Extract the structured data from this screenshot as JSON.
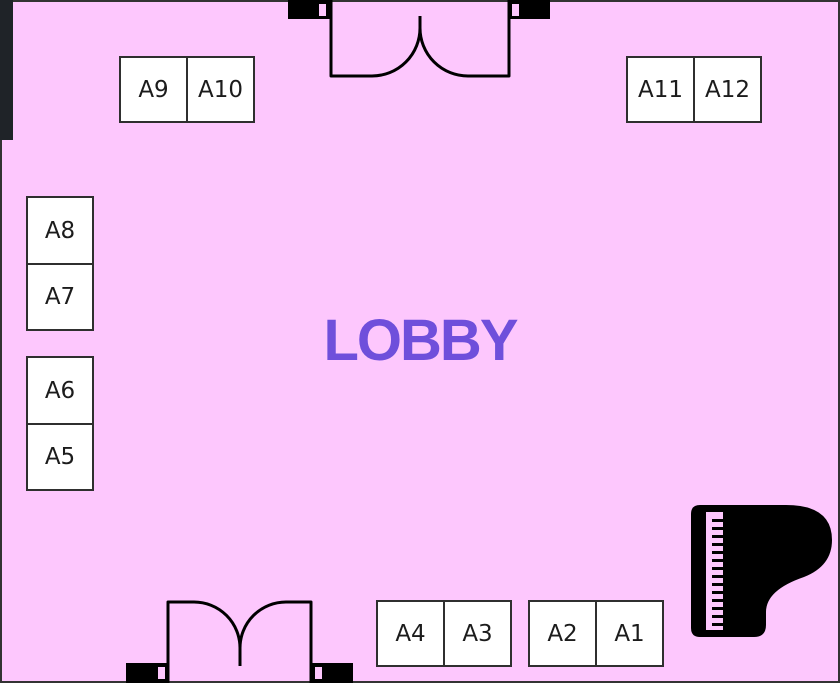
{
  "room": {
    "label": "LOBBY",
    "floor_color": "#fdc7fd",
    "label_color": "#6f4fdb",
    "wall_color": "#333333"
  },
  "booths": [
    {
      "id": "A1",
      "label": "A1"
    },
    {
      "id": "A2",
      "label": "A2"
    },
    {
      "id": "A3",
      "label": "A3"
    },
    {
      "id": "A4",
      "label": "A4"
    },
    {
      "id": "A5",
      "label": "A5"
    },
    {
      "id": "A6",
      "label": "A6"
    },
    {
      "id": "A7",
      "label": "A7"
    },
    {
      "id": "A8",
      "label": "A8"
    },
    {
      "id": "A9",
      "label": "A9"
    },
    {
      "id": "A10",
      "label": "A10"
    },
    {
      "id": "A11",
      "label": "A11"
    },
    {
      "id": "A12",
      "label": "A12"
    }
  ],
  "icons": [
    "double-door-icon",
    "double-door-icon",
    "grand-piano-icon"
  ]
}
